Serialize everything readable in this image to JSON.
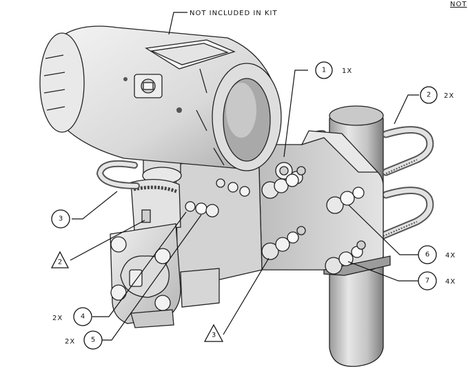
{
  "note_top_right": "NOT",
  "note_not_included": "NOT INCLUDED IN KIT",
  "callouts": [
    {
      "number": "1",
      "qty": "1X"
    },
    {
      "number": "2",
      "qty": "2X"
    },
    {
      "number": "3",
      "qty": ""
    },
    {
      "number": "2",
      "qty": ""
    },
    {
      "number": "4",
      "qty": "2X"
    },
    {
      "number": "5",
      "qty": "2X"
    },
    {
      "number": "3",
      "qty": ""
    },
    {
      "number": "6",
      "qty": "4X"
    },
    {
      "number": "7",
      "qty": "4X"
    }
  ]
}
